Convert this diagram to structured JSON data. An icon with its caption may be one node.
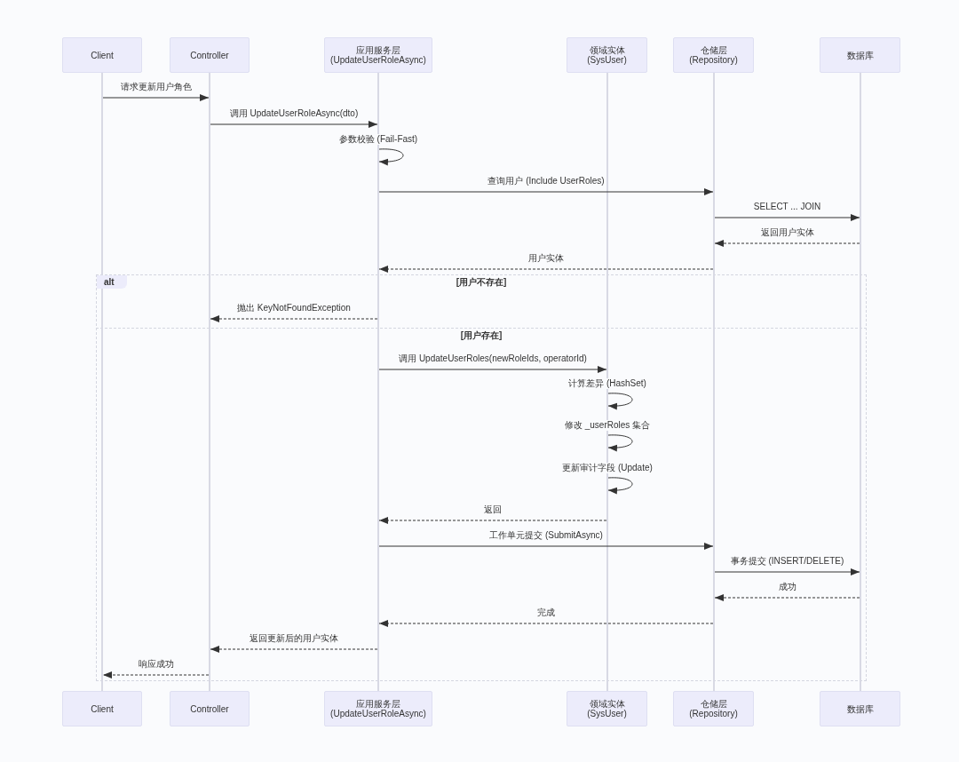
{
  "diagram": {
    "nodes": [
      {
        "text": [
          "Client"
        ]
      },
      {
        "text": [
          "Controller"
        ]
      },
      {
        "text": [
          "应用服务层 (UpdateUserRoleAsync)"
        ]
      },
      {
        "text": [
          "领域实体 (SysUser)"
        ]
      },
      {
        "text": [
          "仓储层 (Repository)"
        ]
      },
      {
        "text": [
          "数据库"
        ]
      },
      {
        "text": [],
        "shape": "bar"
      },
      {
        "text": [],
        "shape": "bar"
      },
      {
        "text": [],
        "shape": "bar"
      },
      {
        "text": [],
        "shape": "bar"
      },
      {
        "text": [],
        "shape": "bar"
      },
      {
        "text": [],
        "shape": "bar"
      },
      {
        "text": [
          "Client"
        ]
      },
      {
        "text": [
          "Controller"
        ]
      },
      {
        "text": [
          "应用服务层 (UpdateUserRoleAsync)"
        ]
      },
      {
        "text": [
          "领域实体 (SysUser)"
        ]
      },
      {
        "text": [
          "仓储层 (Repository)"
        ]
      },
      {
        "text": [
          "数据库"
        ]
      }
    ],
    "edges": [
      {
        "from": 6,
        "to": 7,
        "arrow": "to",
        "label": "请求更新用户角色"
      },
      {
        "from": 7,
        "to": 8,
        "arrow": "to",
        "label": "调用 UpdateUserRoleAsync(dto)"
      },
      {
        "from": 8,
        "to": 8,
        "arrow": "to",
        "label": "参数校验 (Fail-Fast)"
      },
      {
        "from": 8,
        "to": 10,
        "arrow": "to",
        "label": "查询用户 (Include UserRoles)"
      },
      {
        "from": 10,
        "to": 11,
        "arrow": "to",
        "label": "SELECT ... JOIN"
      },
      {
        "from": 11,
        "to": 10,
        "arrow": "to",
        "label": "返回用户实体",
        "style": "dashed"
      },
      {
        "from": 10,
        "to": 8,
        "arrow": "to",
        "label": "用户实体",
        "style": "dashed"
      },
      {
        "from": 8,
        "to": 7,
        "arrow": "to",
        "label": "抛出 KeyNotFoundException",
        "style": "dashed"
      },
      {
        "from": 8,
        "to": 9,
        "arrow": "to",
        "label": "调用 UpdateUserRoles(newRoleIds, operatorId)"
      },
      {
        "from": 9,
        "to": 9,
        "arrow": "to",
        "label": "计算差异 (HashSet)"
      },
      {
        "from": 9,
        "to": 9,
        "arrow": "to",
        "label": "修改 _userRoles 集合"
      },
      {
        "from": 9,
        "to": 9,
        "arrow": "to",
        "label": "更新审计字段 (Update)"
      },
      {
        "from": 9,
        "to": 8,
        "arrow": "to",
        "label": "返回",
        "style": "dashed"
      },
      {
        "from": 8,
        "to": 10,
        "arrow": "to",
        "label": "工作单元提交 (SubmitAsync)"
      },
      {
        "from": 10,
        "to": 11,
        "arrow": "to",
        "label": "事务提交 (INSERT/DELETE)"
      },
      {
        "from": 11,
        "to": 10,
        "arrow": "to",
        "label": "成功",
        "style": "dashed"
      },
      {
        "from": 10,
        "to": 8,
        "arrow": "to",
        "label": "完成",
        "style": "dashed"
      },
      {
        "from": 8,
        "to": 7,
        "arrow": "to",
        "label": "返回更新后的用户实体",
        "style": "dashed"
      },
      {
        "from": 7,
        "to": 6,
        "arrow": "to",
        "label": "响应成功",
        "style": "dashed"
      }
    ],
    "labels": [
      "alt",
      "[用户不存在]",
      "[用户存在]"
    ]
  }
}
